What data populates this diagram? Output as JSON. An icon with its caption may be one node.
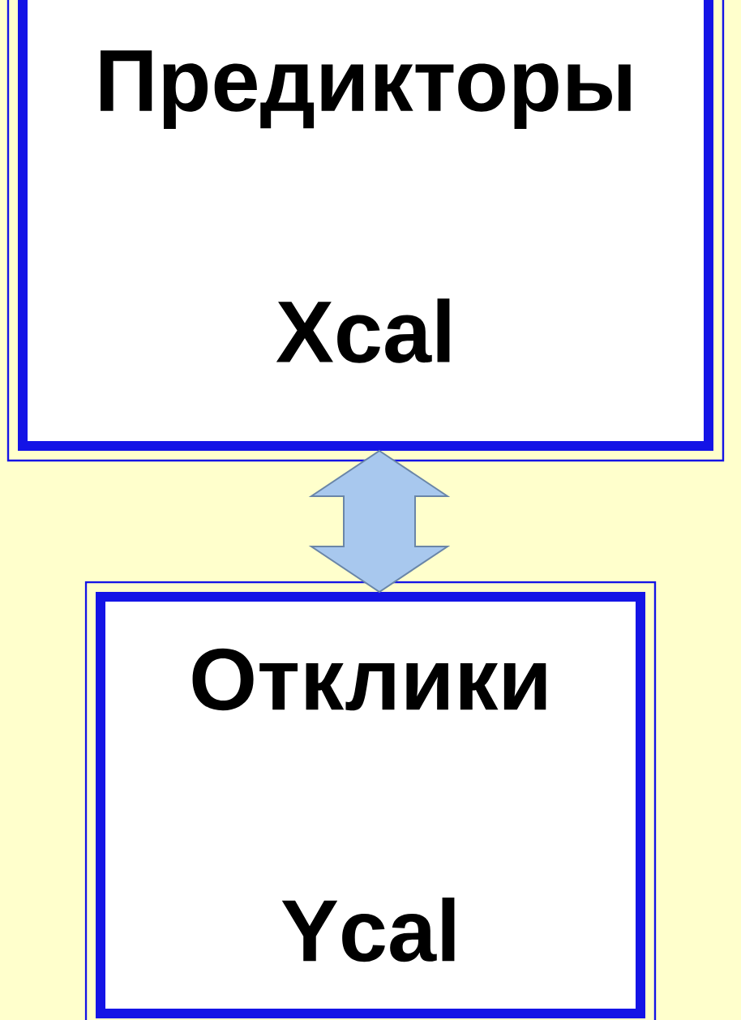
{
  "diagram": {
    "nodes": [
      {
        "text": [
          "Предикторы",
          "Xcal"
        ]
      },
      {
        "text": [
          "Отклики",
          "Ycal"
        ]
      }
    ],
    "edges": [
      {
        "from": 0,
        "to": 1,
        "arrow": "both"
      }
    ]
  }
}
